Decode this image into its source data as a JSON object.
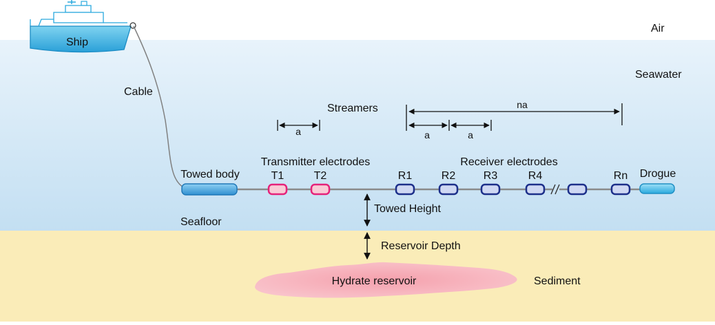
{
  "layers": {
    "air": "Air",
    "seawater": "Seawater",
    "seafloor": "Seafloor",
    "sediment": "Sediment"
  },
  "ship": {
    "label": "Ship"
  },
  "cable": {
    "label": "Cable"
  },
  "streamers": {
    "label": "Streamers"
  },
  "towed_body": {
    "label": "Towed body"
  },
  "transmitter": {
    "group_label": "Transmitter electrodes",
    "electrodes": [
      "T1",
      "T2"
    ]
  },
  "receiver": {
    "group_label": "Receiver electrodes",
    "electrodes": [
      "R1",
      "R2",
      "R3",
      "R4",
      "Rn"
    ]
  },
  "drogue": {
    "label": "Drogue"
  },
  "spacing": {
    "transmitter_a": "a",
    "receiver_a1": "a",
    "receiver_a2": "a",
    "offset_na": "na"
  },
  "towed_height": "Towed Height",
  "reservoir_depth": "Reservoir Depth",
  "reservoir": {
    "label": "Hydrate reservoir"
  },
  "colors": {
    "seawater_top": "#e6f2fb",
    "seawater_bottom": "#c4e0f3",
    "sediment": "#faecb8",
    "reservoir": "#f7a8b3",
    "transmitter": "#e6227a",
    "receiver": "#1c2f8a",
    "towed_body": "#2f8fd0",
    "drogue": "#29a9de",
    "cable": "#808080"
  }
}
